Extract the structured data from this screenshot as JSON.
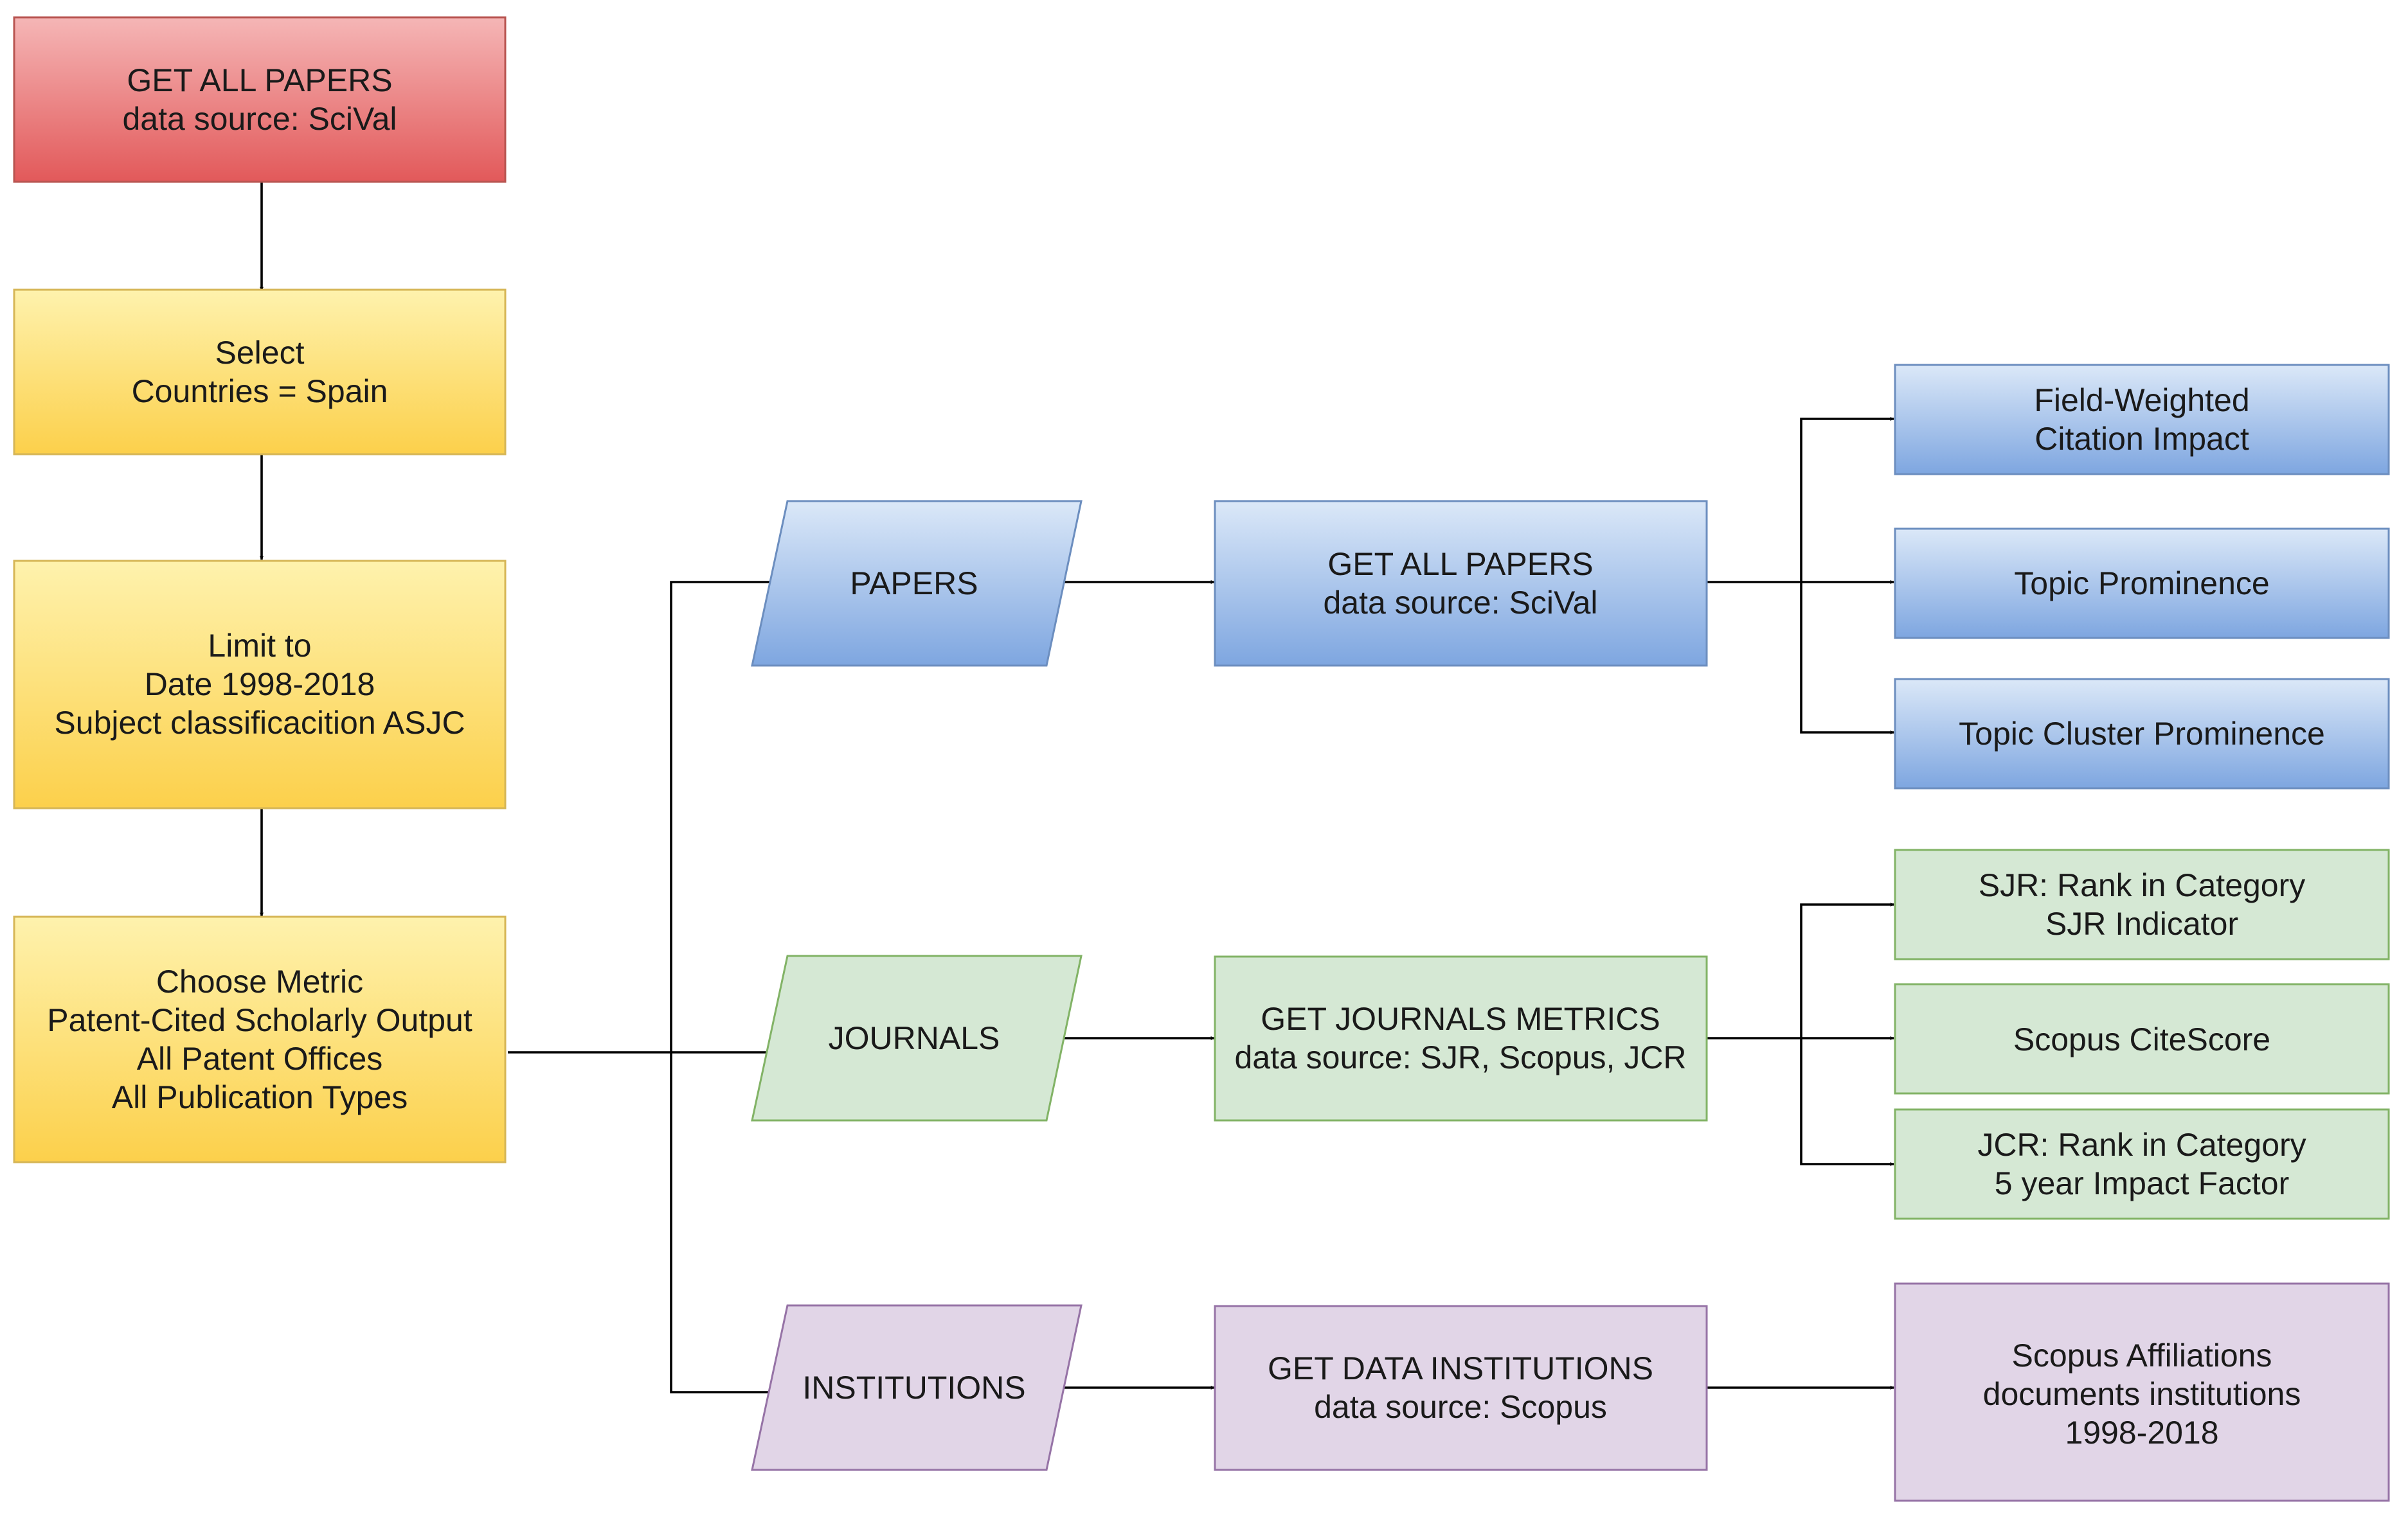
{
  "colors": {
    "red": {
      "top": "#f5b6b6",
      "bottom": "#e2595a",
      "stroke": "#b85450"
    },
    "yellow": {
      "top": "#fef2ad",
      "bottom": "#fcd04b",
      "stroke": "#d6b656"
    },
    "blue": {
      "top": "#dbe8f8",
      "bottom": "#7ea6e0",
      "stroke": "#6c8ebf"
    },
    "green": {
      "fill": "#d5e8d4",
      "stroke": "#82b366"
    },
    "purple": {
      "fill": "#e1d5e7",
      "stroke": "#9673a6"
    },
    "edge": "#000000"
  },
  "nodes": {
    "get_all_papers_main": {
      "lines": [
        "GET ALL PAPERS",
        "data source: SciVal"
      ]
    },
    "select_countries": {
      "lines": [
        "Select",
        "Countries = Spain"
      ]
    },
    "limit_to": {
      "lines": [
        "Limit to",
        "Date 1998-2018",
        "Subject classificacition ASJC"
      ]
    },
    "choose_metric": {
      "lines": [
        "Choose Metric",
        "Patent-Cited Scholarly Output",
        "All Patent Offices",
        "All Publication Types"
      ]
    },
    "papers": {
      "lines": [
        "PAPERS"
      ]
    },
    "journals": {
      "lines": [
        "JOURNALS"
      ]
    },
    "institutions": {
      "lines": [
        "INSTITUTIONS"
      ]
    },
    "get_all_papers_scival": {
      "lines": [
        "GET ALL PAPERS",
        "data source: SciVal"
      ]
    },
    "get_journals_metrics": {
      "lines": [
        "GET JOURNALS METRICS",
        "data source: SJR, Scopus, JCR"
      ]
    },
    "get_data_institutions": {
      "lines": [
        "GET DATA INSTITUTIONS",
        "data source: Scopus"
      ]
    },
    "field_weighted": {
      "lines": [
        "Field-Weighted",
        "Citation Impact"
      ]
    },
    "topic_prominence": {
      "lines": [
        "Topic Prominence"
      ]
    },
    "topic_cluster_prominence": {
      "lines": [
        "Topic Cluster Prominence"
      ]
    },
    "sjr_rank": {
      "lines": [
        "SJR: Rank in Category",
        "SJR Indicator"
      ]
    },
    "scopus_citescore": {
      "lines": [
        "Scopus CiteScore"
      ]
    },
    "jcr_rank": {
      "lines": [
        "JCR: Rank in Category",
        "5 year Impact Factor"
      ]
    },
    "scopus_affiliations": {
      "lines": [
        "Scopus Affiliations",
        "documents institutions",
        "1998-2018"
      ]
    }
  }
}
